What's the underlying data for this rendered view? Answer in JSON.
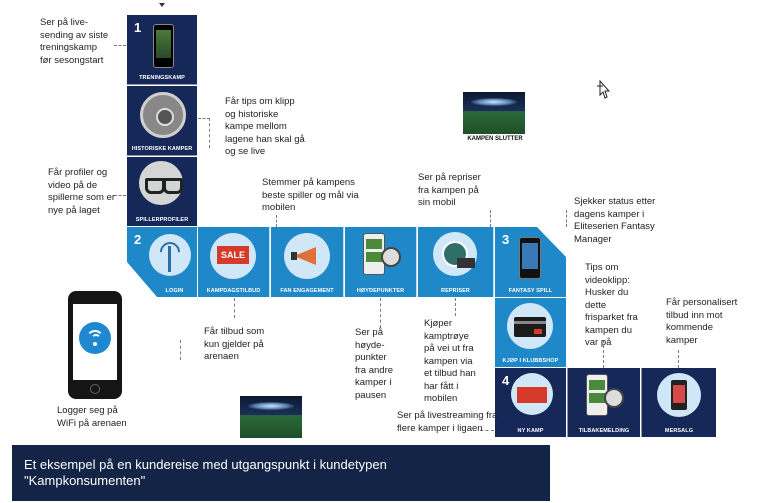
{
  "steps": {
    "tile_labels": {
      "treningskamp": "TRENINGSKAMP",
      "historiske": "HISTORISKE KAMPER",
      "spillerprofiler": "SPILLERPROFILER",
      "login": "LOGIN",
      "kampdagstilbud": "KAMPDAGSTILBUD",
      "fan_engagement": "FAN ENGAGEMENT",
      "hoydepunkter": "HØYDEPUNKTER",
      "repriser": "REPRISER",
      "fantasy": "FANTASY SPILL",
      "klubbshop": "KJØP I KLUBBSHOP",
      "ny_kamp": "NY KAMP",
      "tilbakemelding": "TILBAKEMELDING",
      "mersalg": "MERSALG",
      "kampen_slutter": "KAMPEN SLUTTER"
    },
    "numbers": {
      "s1": "1",
      "s2": "2",
      "s3": "3",
      "s4": "4"
    },
    "sale_sign": "SALE"
  },
  "notes": {
    "n1": "Ser på live-\nsending av siste\ntreningskamp\nfør sesongstart",
    "n2": "Får tips om klipp\nog historiske\nkampe mellom\nlagene han skal gå\nog se live",
    "n3": "Får profiler og\nvideo på de\nspillerne som er\nnye på laget",
    "n4": "Stemmer på kampens\nbeste spiller og mål via\nmobilen",
    "n5": "Ser på repriser\nfra kampen på\nsin mobil",
    "n6": "Sjekker status etter\ndagens kamper i\nEliteserien Fantasy\nManager",
    "n7": "Tips om\nvideoklipp:\nHusker du\ndette\nfrisparket fra\nkampen du\nvar på",
    "n8": "Får personalisert\ntilbud inn mot\nkommende\nkamper",
    "n9": "Får tilbud som\nkun gjelder på\narenaen",
    "n10": "Ser på\nhøyde-\npunkter\nfra andre\nkamper i\npausen",
    "n11": "Kjøper\nkamptrøye\npå vei ut fra\nkampen via\net tilbud han\nhar fått i\nmobilen",
    "n12": "Ser på livestreaming fra\nflere kamper i ligaen",
    "n13": "Logger seg på\nWiFi på arenaen"
  },
  "caption": "Et eksempel på en kundereise med utgangspunkt i kundetypen\n\"Kampkonsumenten\"",
  "colors": {
    "dark_navy": "#152858",
    "accent_blue": "#1f88c8",
    "caption_bg": "#142446"
  },
  "icons": [
    "phone-icon",
    "film-reel-icon",
    "glasses-icon",
    "wifi-tower-icon",
    "sale-sign-icon",
    "megaphone-icon",
    "video-clips-icon",
    "cursor-icon",
    "stadium-icon",
    "credit-card-icon"
  ]
}
